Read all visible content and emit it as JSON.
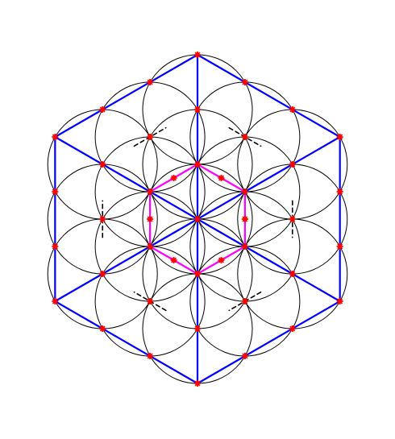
{
  "diagram": {
    "type": "flower-of-life-construction",
    "colors": {
      "circle": "#000000",
      "outer_hexagon": "#0000ff",
      "inner_hexagon": "#ff00ff",
      "dashed_edges": "#000000",
      "points": "#ff0000",
      "background": "#ffffff"
    },
    "circle_count": 19,
    "outer_hexagon_edges": "blue-solid",
    "inner_hexagon_edges": "magenta-solid",
    "inner_edges": "black-dashed",
    "point_marker": "red-star"
  }
}
